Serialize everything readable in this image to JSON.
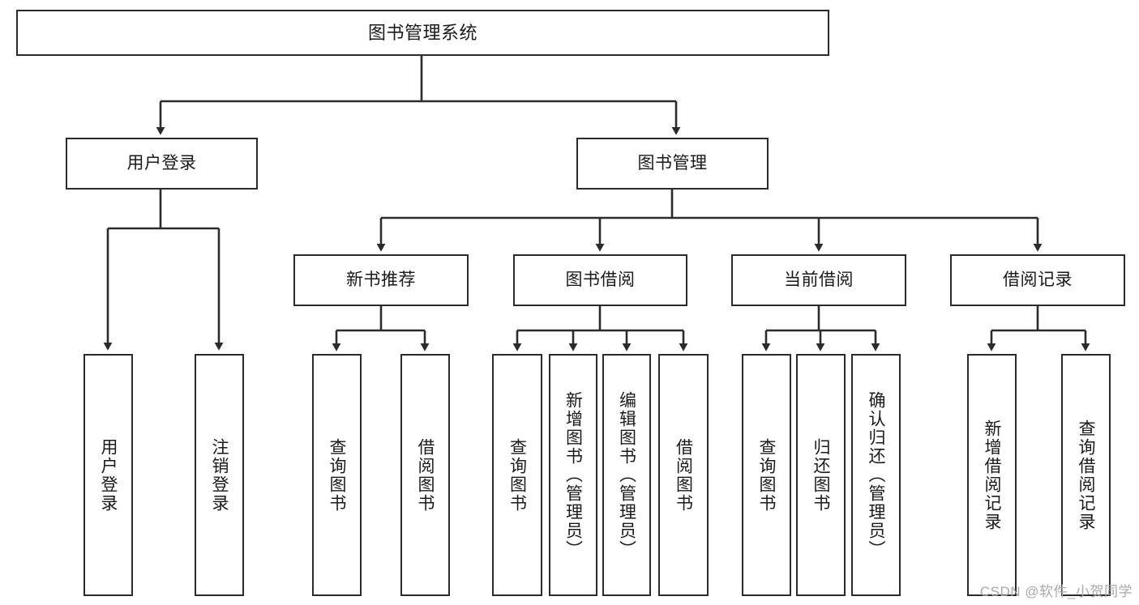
{
  "diagram": {
    "type": "tree-hierarchy-chart",
    "title": "图书管理系统",
    "background_color": "#ffffff",
    "line_color": "#2b2b2b",
    "text_color": "#1a1a1a"
  },
  "nodes": {
    "root": {
      "label": "图书管理系统"
    },
    "level2": [
      {
        "id": "user-login",
        "label": "用户登录"
      },
      {
        "id": "book-manage",
        "label": "图书管理"
      }
    ],
    "level3": [
      {
        "id": "new-book-recommend",
        "label": "新书推荐"
      },
      {
        "id": "book-borrow",
        "label": "图书借阅"
      },
      {
        "id": "current-borrow",
        "label": "当前借阅"
      },
      {
        "id": "borrow-record",
        "label": "借阅记录"
      }
    ],
    "leaves": {
      "user-login": [
        {
          "id": "leaf-user-login",
          "label": "用户登录"
        },
        {
          "id": "leaf-logout-login",
          "label": "注销登录"
        }
      ],
      "new-book-recommend": [
        {
          "id": "leaf-query-book-1",
          "label": "查询图书"
        },
        {
          "id": "leaf-borrow-book-1",
          "label": "借阅图书"
        }
      ],
      "book-borrow": [
        {
          "id": "leaf-query-book-2",
          "label": "查询图书"
        },
        {
          "id": "leaf-add-book",
          "label": "新增图书（管理员）"
        },
        {
          "id": "leaf-edit-book",
          "label": "编辑图书（管理员）"
        },
        {
          "id": "leaf-borrow-book-2",
          "label": "借阅图书"
        }
      ],
      "current-borrow": [
        {
          "id": "leaf-query-book-3",
          "label": "查询图书"
        },
        {
          "id": "leaf-return-book",
          "label": "归还图书"
        },
        {
          "id": "leaf-confirm-return",
          "label": "确认归还（管理员）"
        }
      ],
      "borrow-record": [
        {
          "id": "leaf-add-record",
          "label": "新增借阅记录"
        },
        {
          "id": "leaf-query-record",
          "label": "查询借阅记录"
        }
      ]
    }
  },
  "watermark": {
    "text": "CSDN @软件_小贺同学"
  }
}
